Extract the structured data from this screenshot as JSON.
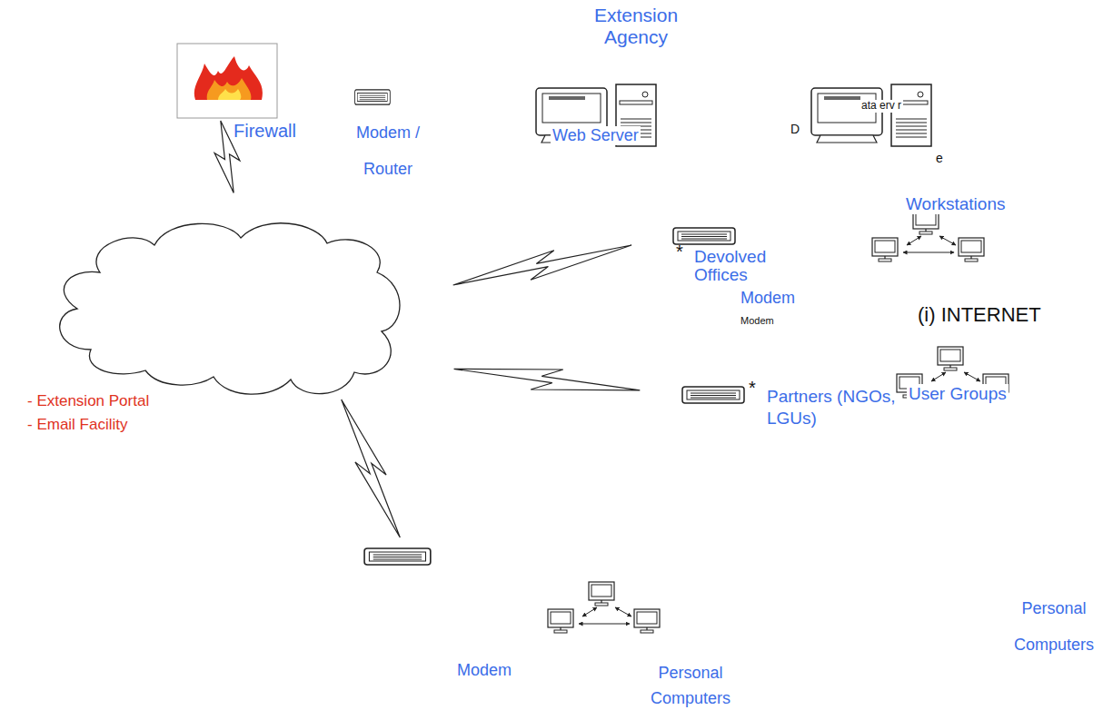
{
  "diagram": {
    "nodes": [
      {
        "text": [
          "Firewall"
        ]
      },
      {
        "text": [
          "Modem / Router"
        ]
      },
      {
        "text": [
          "Extension Agency",
          "Web Server"
        ]
      },
      {
        "text": [
          "ata erv r",
          "D",
          "e"
        ]
      },
      {
        "text": [
          "Workstations"
        ]
      },
      {
        "text": [
          "- Extension Portal",
          "- Email Facility"
        ]
      },
      {
        "text": [
          "Devolved Offices"
        ]
      },
      {
        "text": [
          "User Groups"
        ]
      },
      {
        "text": [
          "Partners (NGOs, LGUs)"
        ]
      },
      {
        "text": [
          "Modem"
        ]
      },
      {
        "text": [
          "Personal Computers"
        ]
      }
    ],
    "edges": [
      {
        "from": 5,
        "to": 0,
        "arrow": "none"
      },
      {
        "from": 5,
        "to": 6,
        "arrow": "none"
      },
      {
        "from": 5,
        "to": 8,
        "arrow": "none"
      },
      {
        "from": 5,
        "to": 9,
        "arrow": "none"
      }
    ],
    "labels": [
      "*",
      "Modem",
      "Modem",
      "(i) INTERNET",
      "*",
      "Personal Computers"
    ]
  }
}
